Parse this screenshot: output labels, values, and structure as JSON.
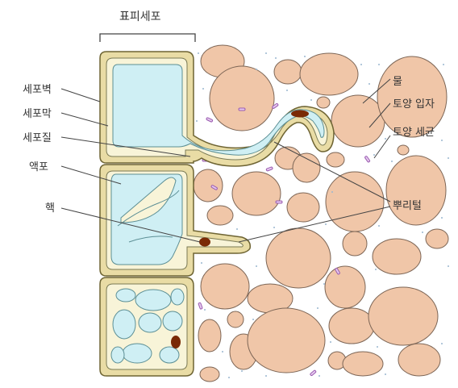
{
  "title": "표피세포",
  "labels": {
    "cell_wall": "세포벽",
    "cell_membrane": "세포막",
    "cytoplasm": "세포질",
    "vacuole": "액포",
    "nucleus": "핵",
    "water": "물",
    "soil_particle": "토양 입자",
    "soil_bacteria": "토양 세균",
    "root_hair": "뿌리털"
  },
  "colors": {
    "wall_fill": "#e9dca5",
    "wall_stroke": "#6e6433",
    "cytoplasm": "#f8f4d8",
    "vacuole": "#cfeff4",
    "vacuole_stroke": "#5c8f95",
    "nucleus": "#7a2a05",
    "soil_particle": "#f0c6a8",
    "soil_stroke": "#7d6656",
    "water_dot": "#9ab6d0",
    "bacteria": "#b985c8",
    "leader": "#444444"
  }
}
